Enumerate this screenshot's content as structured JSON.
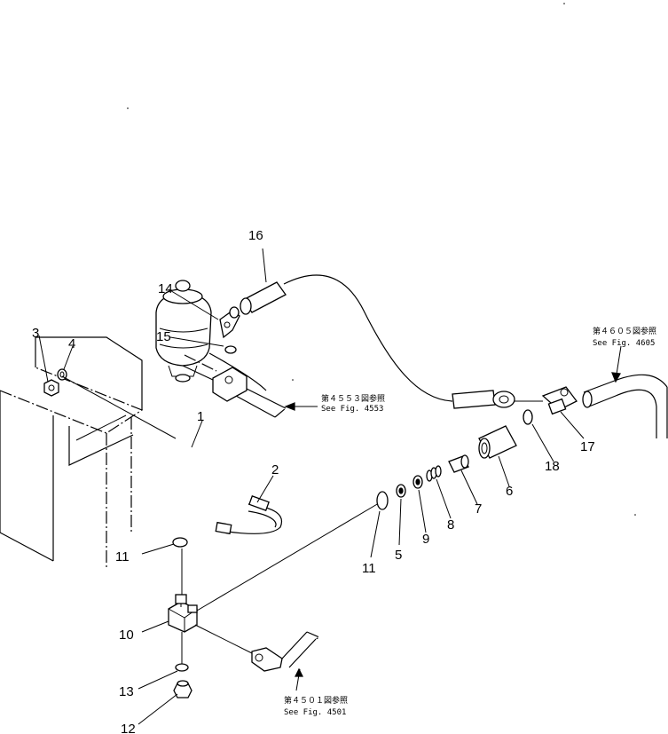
{
  "part_numbers": [
    "1",
    "2",
    "3",
    "4",
    "5",
    "6",
    "7",
    "8",
    "9",
    "10",
    "11",
    "11",
    "12",
    "13",
    "14",
    "15",
    "16",
    "17",
    "18"
  ],
  "references": [
    {
      "jp": "第４５５３図参照",
      "en": "See Fig. 4553"
    },
    {
      "jp": "第４６０５図参照",
      "en": "See Fig. 4605"
    },
    {
      "jp": "第４５０１図参照",
      "en": "See Fig. 4501"
    }
  ]
}
